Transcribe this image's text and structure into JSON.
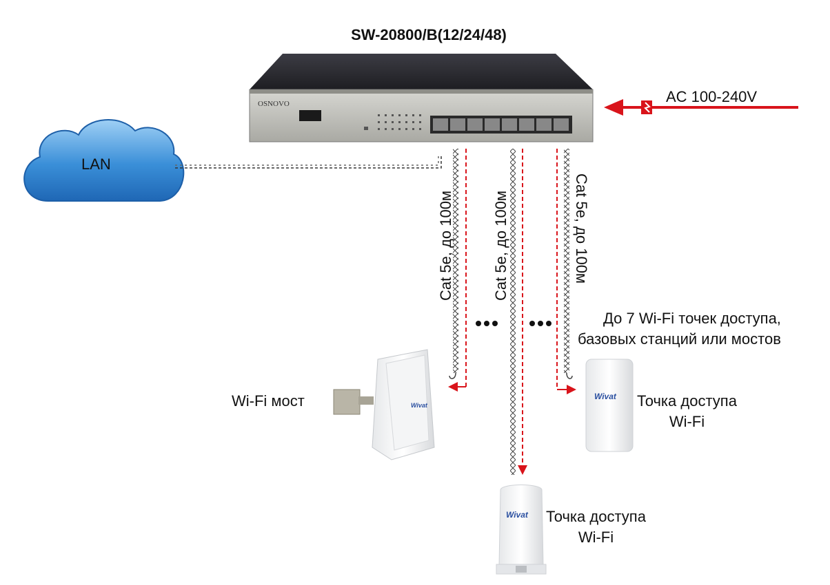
{
  "diagram": {
    "title": "SW-20800/B(12/24/48)",
    "power_label": "AC 100-240V",
    "lan_label": "LAN",
    "switch_brand": "OSNOVO",
    "cable_labels": [
      "Cat 5e, до 100м",
      "Cat 5e, до 100м",
      "Cat 5e, до 100м"
    ],
    "capacity_note_line1": "До 7 Wi-Fi точек доступа,",
    "capacity_note_line2": "базовых станций или мостов",
    "bridge_label": "Wi-Fi мост",
    "access_point_1": {
      "line1": "Точка доступа",
      "line2": "Wi-Fi"
    },
    "access_point_2": {
      "line1": "Точка доступа",
      "line2": "Wi-Fi"
    },
    "device_brand": "Wivat",
    "colors": {
      "power_arrow": "#d9141b",
      "poe_arrow": "#d9141b",
      "cloud": "#3a8fd8",
      "switch_body": "#2b2b30"
    }
  }
}
